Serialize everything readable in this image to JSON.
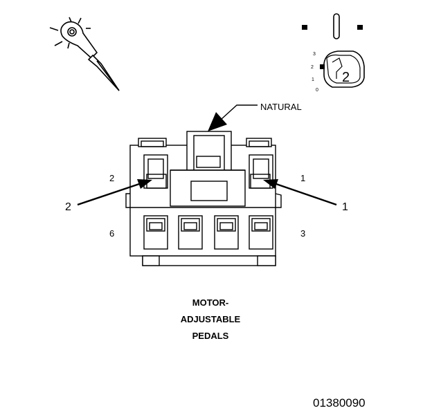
{
  "connector": {
    "color_callout": "NATURAL",
    "cavity_numbers": {
      "top_left": "2",
      "top_right": "1",
      "bottom_left": "6",
      "bottom_right": "3"
    },
    "pin_callouts": {
      "left": "2",
      "right": "1"
    }
  },
  "caption": {
    "line1": "MOTOR-",
    "line2": "ADJUSTABLE",
    "line3": "PEDALS"
  },
  "ignition_switch": {
    "positions": [
      "3",
      "2",
      "1",
      "0"
    ],
    "key_position": "2"
  },
  "figure_id": "01380090",
  "icons": [
    "test-probe-icon",
    "ignition-key-icon",
    "connector-face"
  ]
}
